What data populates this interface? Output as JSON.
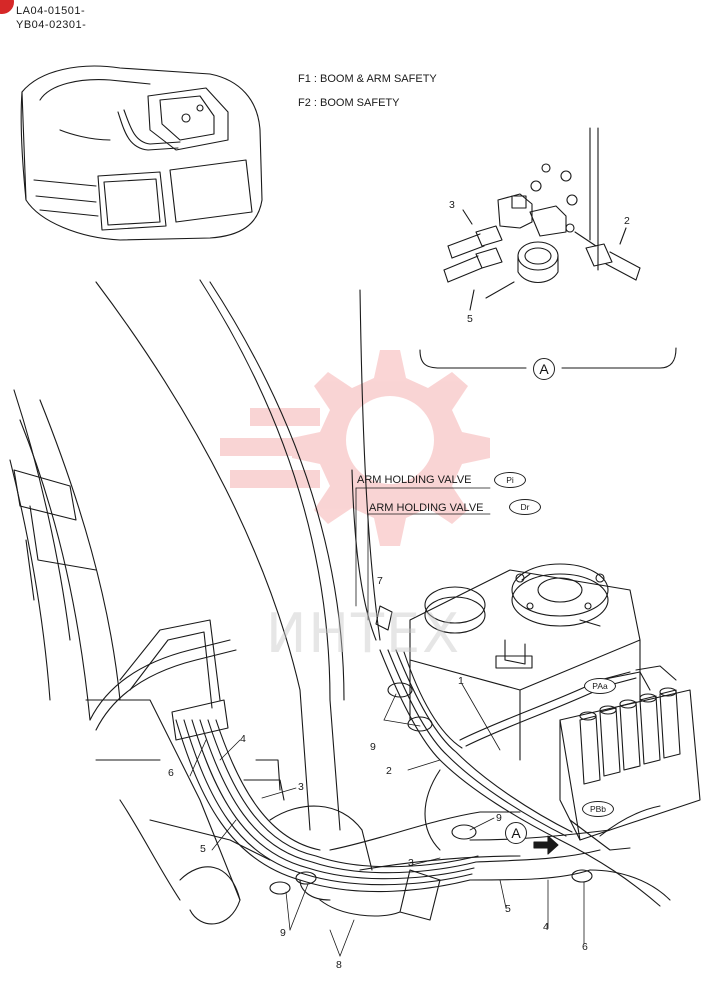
{
  "header": {
    "code_1": "LA04-01501-",
    "code_2": "YB04-02301-"
  },
  "legend": {
    "f1": "F1 :  BOOM & ARM SAFETY",
    "f2": "F2 :  BOOM SAFETY"
  },
  "callouts": {
    "arm_holding_valve_1": "ARM HOLDING VALVE",
    "arm_holding_valve_2": "ARM HOLDING VALVE",
    "port_pi": "Pi",
    "port_dr": "Dr",
    "port_paa": "PAa",
    "port_pbb": "PBb",
    "view_a": "A",
    "view_a_arrow": "A"
  },
  "parts": {
    "detail_2": "2",
    "detail_3": "3",
    "detail_5": "5",
    "main_1": "1",
    "main_2": "2",
    "main_3a": "3",
    "main_3b": "3",
    "main_4a": "4",
    "main_4b": "4",
    "main_5a": "5",
    "main_5b": "5",
    "main_6a": "6",
    "main_6b": "6",
    "main_7": "7",
    "main_8": "8",
    "main_9a": "9",
    "main_9b": "9",
    "main_9c": "9"
  },
  "watermark": {
    "text": "ИНТЕХ",
    "logo_color": "#e84040"
  },
  "colors": {
    "line": "#1a1a1a",
    "corner_mark": "#d62828"
  }
}
